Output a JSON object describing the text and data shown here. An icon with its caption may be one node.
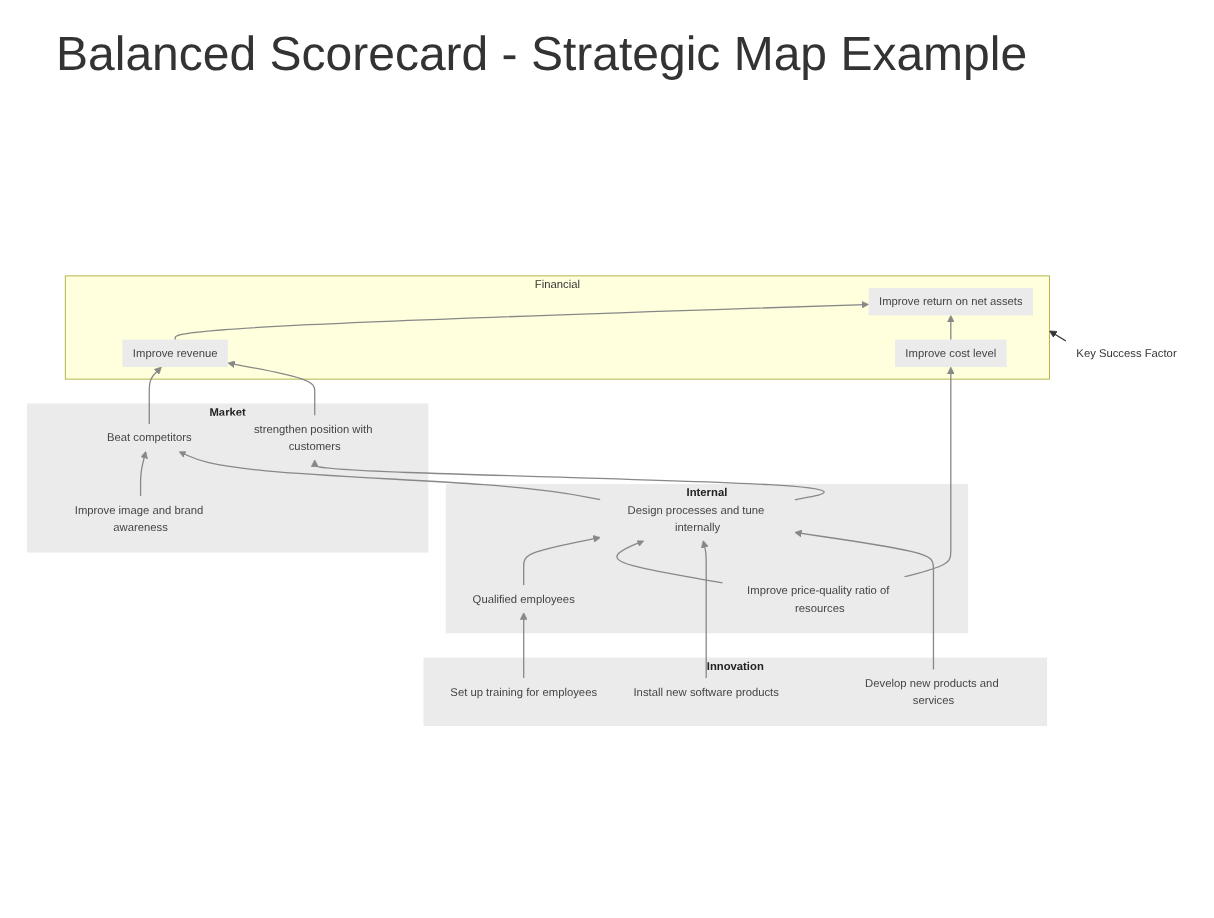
{
  "diagram": {
    "title": "Balanced Scorecard - Strategic Map Example",
    "nodes": [
      {
        "text": [
          "Financial"
        ]
      },
      {
        "text": [
          "Improve return on net assets"
        ],
        "in": 0
      },
      {
        "text": [
          "Improve revenue"
        ],
        "in": 0
      },
      {
        "text": [
          "Improve cost level"
        ],
        "in": 0
      },
      {
        "text": [
          "Key Success Factor"
        ]
      },
      {
        "text": [
          "Market"
        ]
      },
      {
        "text": [
          "Beat competitors"
        ],
        "in": 5
      },
      {
        "text": [
          "strengthen position with customers"
        ],
        "in": 5
      },
      {
        "text": [
          "Improve image and brand awareness"
        ],
        "in": 5
      },
      {
        "text": [
          "Internal"
        ]
      },
      {
        "text": [
          "Design processes and tune internally"
        ],
        "in": 9
      },
      {
        "text": [
          "Qualified employees"
        ],
        "in": 9
      },
      {
        "text": [
          "Improve price-quality ratio of resources"
        ],
        "in": 9
      },
      {
        "text": [
          "Innovation"
        ]
      },
      {
        "text": [
          "Install new software products"
        ],
        "in": 13
      },
      {
        "text": [
          "Set up training for employees"
        ],
        "in": 13
      },
      {
        "text": [
          "Develop new products and services"
        ],
        "in": 13
      }
    ],
    "edges": [
      {
        "from": 2,
        "to": 1,
        "arrow": "to"
      },
      {
        "from": 3,
        "to": 1,
        "arrow": "to"
      },
      {
        "from": 4,
        "to": 0,
        "arrow": "to",
        "color": "#333333"
      },
      {
        "from": 6,
        "to": 2,
        "arrow": "to"
      },
      {
        "from": 7,
        "to": 2,
        "arrow": "to"
      },
      {
        "from": 8,
        "to": 6,
        "arrow": "to"
      },
      {
        "from": 10,
        "to": 7,
        "arrow": "to"
      },
      {
        "from": 10,
        "to": 6,
        "arrow": "to"
      },
      {
        "from": 11,
        "to": 10,
        "arrow": "to"
      },
      {
        "from": 12,
        "to": 10,
        "arrow": "to"
      },
      {
        "from": 12,
        "to": 3,
        "arrow": "to"
      },
      {
        "from": 15,
        "to": 11,
        "arrow": "to"
      },
      {
        "from": 14,
        "to": 10,
        "arrow": "to"
      },
      {
        "from": 16,
        "to": 10,
        "arrow": "to"
      }
    ]
  }
}
